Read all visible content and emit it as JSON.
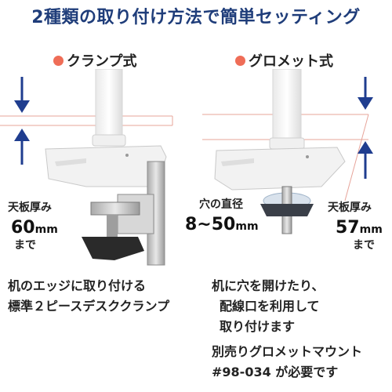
{
  "title": "2種類の取り付け方法で簡単セッティング",
  "clamp": {
    "heading": "クランプ式",
    "thickness_label": "天板厚み",
    "thickness_value": "60",
    "thickness_unit": "mm",
    "thickness_suffix": "まで",
    "description_line1": "机のエッジに取り付ける",
    "description_line2": "標準２ピースデスククランプ"
  },
  "grommet": {
    "heading": "グロメット式",
    "hole_label": "穴の直径",
    "hole_value": "8~50",
    "hole_unit": "mm",
    "thickness_label": "天板厚み",
    "thickness_value": "57",
    "thickness_unit": "mm",
    "thickness_suffix": "まで",
    "description_line1": "机に穴を開けたり、",
    "description_line2": "配線口を利用して",
    "description_line3": "取り付けます"
  },
  "note": {
    "line1": "別売りグロメットマウント",
    "line2": "#98-034 が必要です"
  },
  "colors": {
    "title": "#1f3d7a",
    "bullet": "#ef6d57",
    "arrow": "#1f3d8f",
    "guide_line": "#e7a49a"
  }
}
